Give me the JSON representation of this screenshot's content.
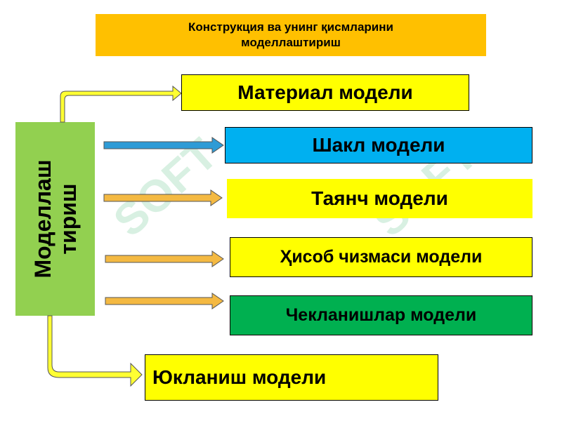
{
  "title": {
    "line1": "Конструкция ва унинг қисмларини",
    "line2": "моделлаштириш"
  },
  "center": {
    "line1": "Моделлаш",
    "line2": "тириш"
  },
  "models": [
    "Материал модели",
    "Шакл модели",
    "Таянч модели",
    "Ҳисоб чизмаси модели",
    "Чекланишлар модели",
    "Юкланиш модели"
  ],
  "colors": {
    "title_bg": "#FFC000",
    "center_bg": "#92D050",
    "yellow": "#FFFF00",
    "blue": "#00B0F0",
    "green": "#00B050",
    "arrow_orange": "#F4B942",
    "arrow_blue": "#2E9BD6",
    "connector_yellow": "#FFFF33"
  },
  "watermark": "SOFT"
}
